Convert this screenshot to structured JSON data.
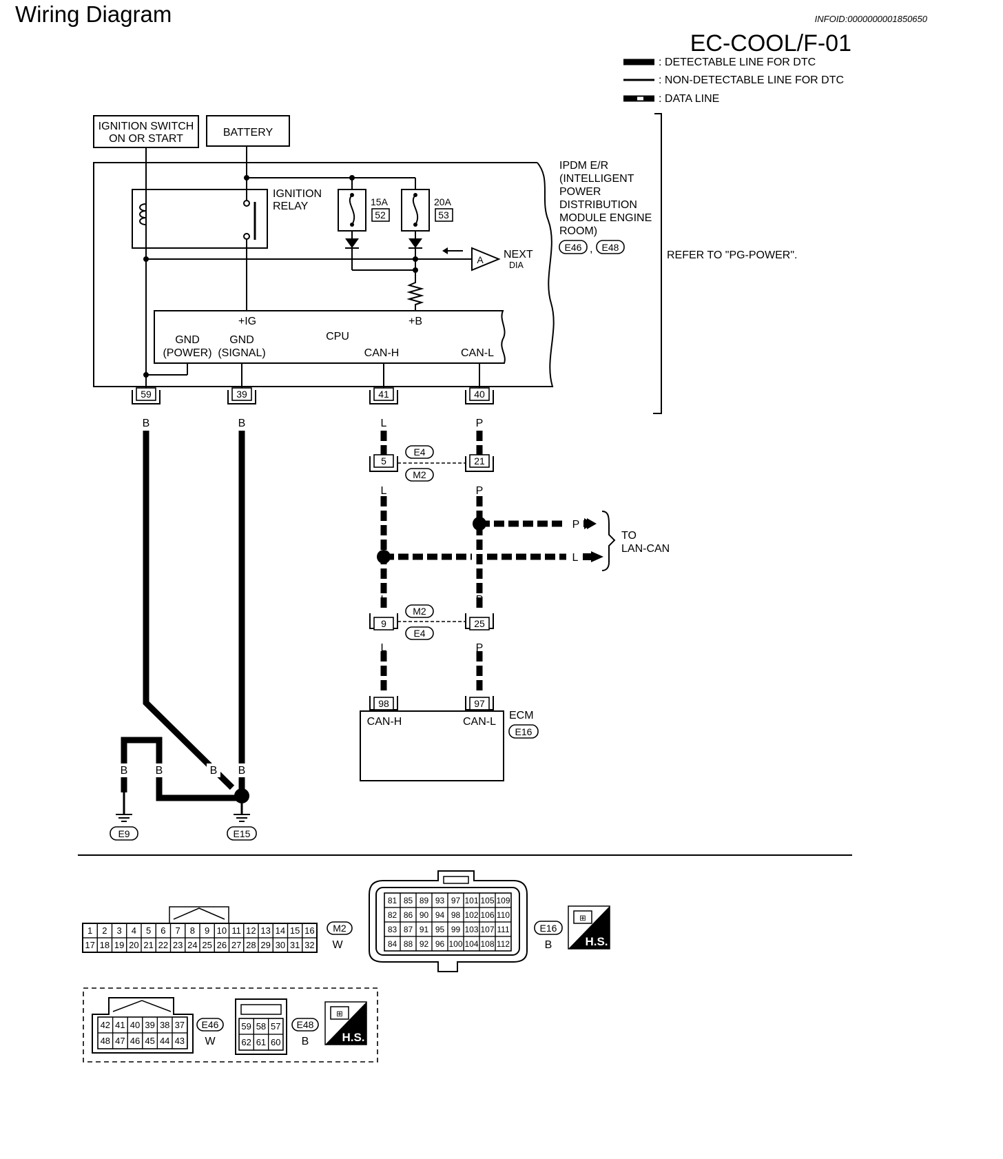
{
  "header": {
    "title": "Wiring Diagram",
    "info_id": "INFOID:0000000001850650",
    "diagram_code": "EC-COOL/F-01"
  },
  "legend": {
    "detectable": ": DETECTABLE LINE FOR DTC",
    "non_detectable": ": NON-DETECTABLE LINE FOR DTC",
    "data_line": ": DATA LINE"
  },
  "sources": {
    "ignition_line1": "IGNITION SWITCH",
    "ignition_line2": "ON OR START",
    "battery": "BATTERY"
  },
  "ipdm": {
    "lines": [
      "IPDM E/R",
      "(INTELLIGENT",
      "POWER",
      "DISTRIBUTION",
      "MODULE ENGINE",
      "ROOM)"
    ],
    "connector_a": "E46",
    "comma": ",",
    "connector_b": "E48",
    "refer": "REFER TO \"PG-POWER\".",
    "relay_line1": "IGNITION",
    "relay_line2": "RELAY",
    "fuse1_amp": "15A",
    "fuse1_no": "52",
    "fuse2_amp": "20A",
    "fuse2_no": "53",
    "next_letter": "A",
    "next_line1": "NEXT",
    "next_line2": "DIA"
  },
  "cpu": {
    "name": "CPU",
    "ig": "+IG",
    "b": "+B",
    "gnd_power_1": "GND",
    "gnd_power_2": "(POWER)",
    "gnd_signal_1": "GND",
    "gnd_signal_2": "(SIGNAL)",
    "can_h": "CAN-H",
    "can_l": "CAN-L"
  },
  "pins": {
    "p59": "59",
    "p39": "39",
    "p41": "41",
    "p40": "40",
    "p5": "5",
    "p21": "21",
    "p9": "9",
    "p25": "25",
    "p98": "98",
    "p97": "97"
  },
  "wire_colors": {
    "b": "B",
    "l": "L",
    "p": "P"
  },
  "connectors": {
    "e4": "E4",
    "m2": "M2",
    "e16": "E16",
    "e9": "E9",
    "e15": "E15"
  },
  "lan_can": {
    "line1": "TO",
    "line2": "LAN-CAN"
  },
  "ecm": {
    "name": "ECM",
    "can_h": "CAN-H",
    "can_l": "CAN-L"
  },
  "face_views": {
    "m2": {
      "row1": [
        "1",
        "2",
        "3",
        "4",
        "5",
        "6",
        "7",
        "8",
        "9",
        "10",
        "11",
        "12",
        "13",
        "14",
        "15",
        "16"
      ],
      "row2": [
        "17",
        "18",
        "19",
        "20",
        "21",
        "22",
        "23",
        "24",
        "25",
        "26",
        "27",
        "28",
        "29",
        "30",
        "31",
        "32"
      ],
      "id": "M2",
      "color": "W"
    },
    "e16": {
      "rows": [
        [
          "81",
          "85",
          "89",
          "93",
          "97",
          "101",
          "105",
          "109"
        ],
        [
          "82",
          "86",
          "90",
          "94",
          "98",
          "102",
          "106",
          "110"
        ],
        [
          "83",
          "87",
          "91",
          "95",
          "99",
          "103",
          "107",
          "111"
        ],
        [
          "84",
          "88",
          "92",
          "96",
          "100",
          "104",
          "108",
          "112"
        ]
      ],
      "id": "E16",
      "color": "B"
    },
    "e46": {
      "row1": [
        "42",
        "41",
        "40",
        "39",
        "38",
        "37"
      ],
      "row2": [
        "48",
        "47",
        "46",
        "45",
        "44",
        "43"
      ],
      "id": "E46",
      "color": "W"
    },
    "e48": {
      "row1": [
        "59",
        "58",
        "57"
      ],
      "row2": [
        "62",
        "61",
        "60"
      ],
      "id": "E48",
      "color": "B"
    },
    "hs_label": "H.S."
  }
}
